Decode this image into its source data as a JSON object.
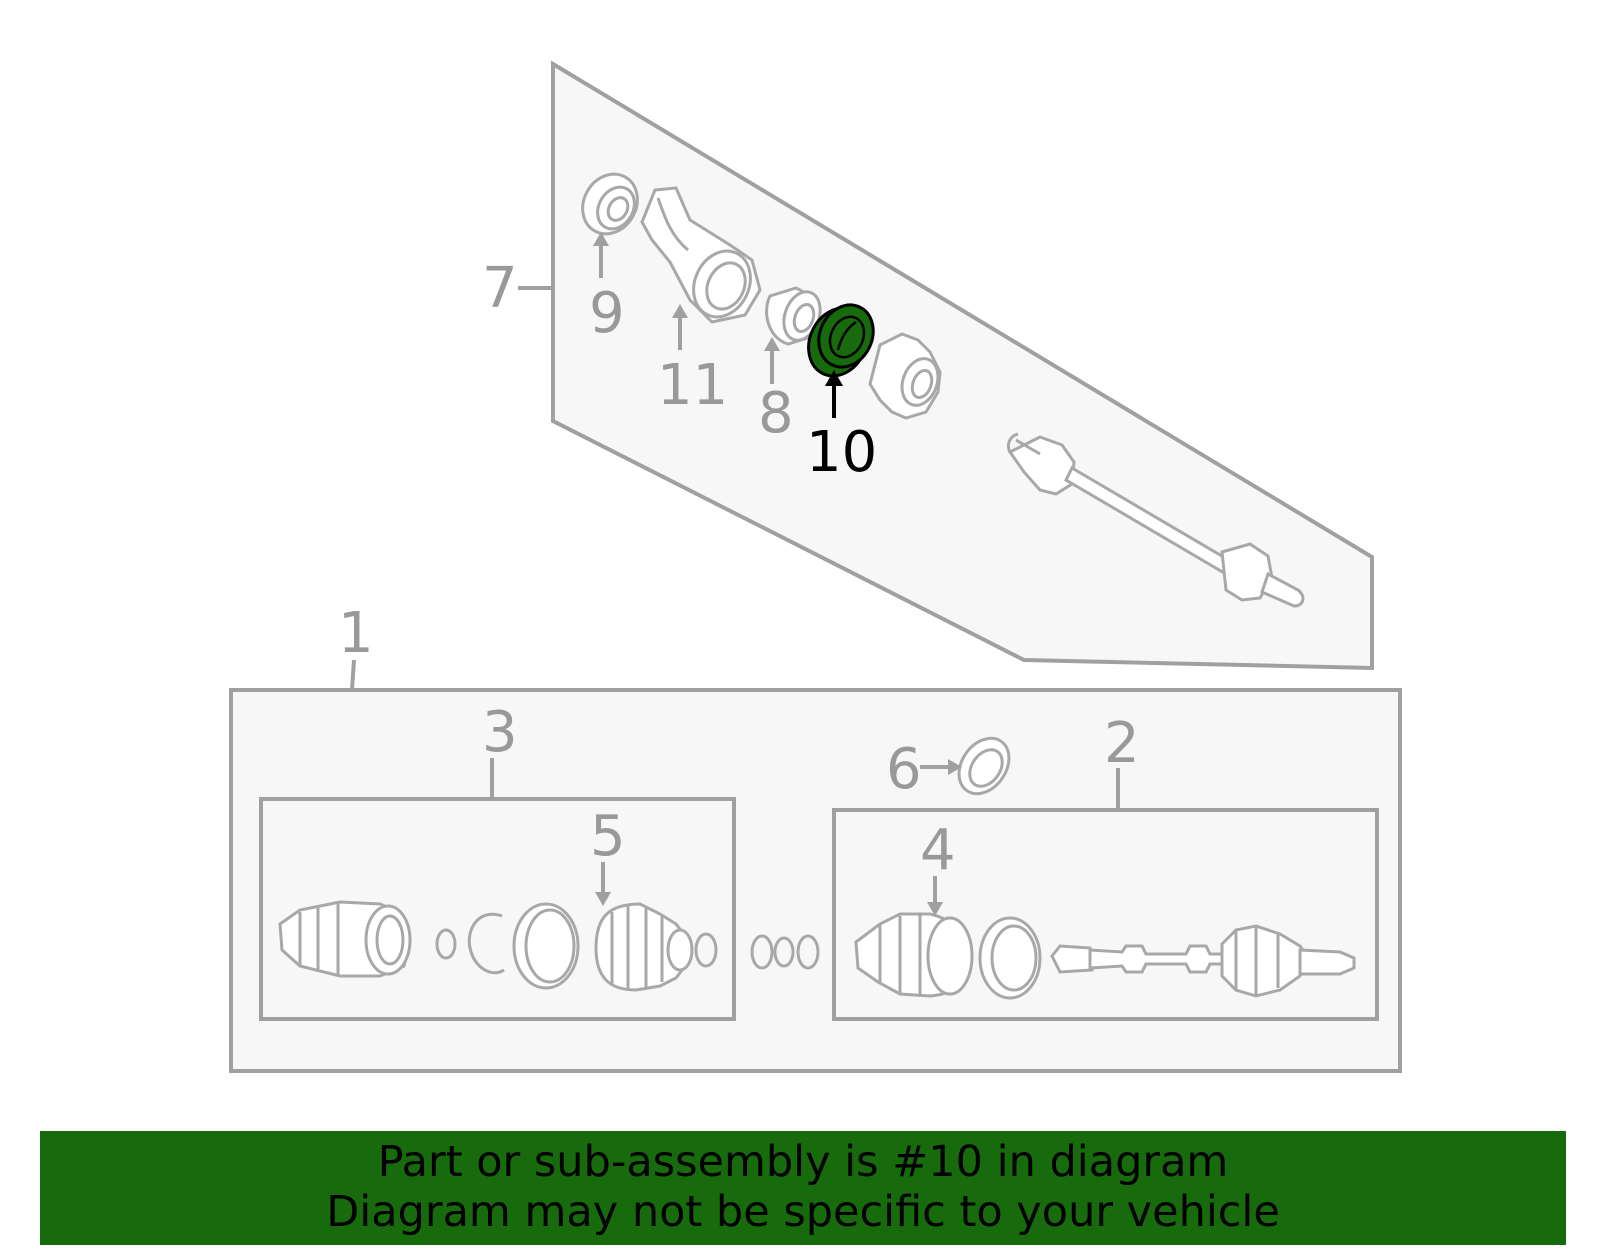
{
  "callouts": {
    "c1": "1",
    "c2": "2",
    "c3": "3",
    "c4": "4",
    "c5": "5",
    "c6": "6",
    "c7": "7",
    "c8": "8",
    "c9": "9",
    "c10": "10",
    "c11": "11"
  },
  "highlighted_callout": "10",
  "colors": {
    "highlight": "#176b0c",
    "outline": "#a0a0a0",
    "panel_fill": "#f7f7f7"
  },
  "banner": {
    "line1": "Part or sub-assembly is #10 in diagram",
    "line2": "Diagram may not be specific to your vehicle"
  }
}
